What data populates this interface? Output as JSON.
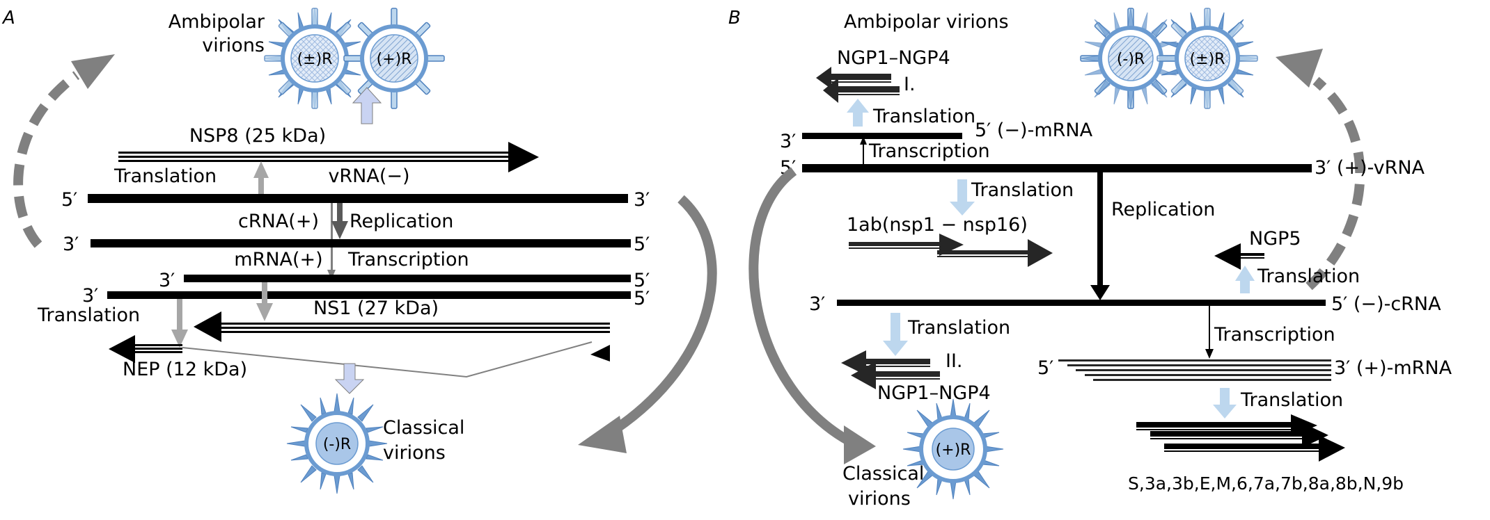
{
  "panels": {
    "A": {
      "panel_label": "A",
      "ambipolar_title_line1": "Ambipolar",
      "ambipolar_title_line2": "virions",
      "virion_pm_label": "(±)R",
      "virion_plus_label": "(+)R",
      "nsp8_label": "NSP8 (25 kDa)",
      "translation_top": "Translation",
      "vrna_label": "vRNA(−)",
      "crna_label": "cRNA(+)",
      "replication_label": "Replication",
      "mrna_label": "mRNA(+)",
      "transcription_label": "Transcription",
      "translation_bottom": "Translation",
      "ns1_label": "NS1 (27 kDa)",
      "nep_label": "NEP (12 kDa)",
      "classical_line1": "Classical",
      "classical_line2": "virions",
      "virion_minus_label": "(-)R",
      "end_5": "5′",
      "end_3": "3′"
    },
    "B": {
      "panel_label": "B",
      "ambipolar_title": "Ambipolar virions",
      "virion_minus_label": "(-)R",
      "virion_pm_label": "(±)R",
      "ngp_top_label": "NGP1–NGP4",
      "roman_one": "I.",
      "translation_1": "Translation",
      "minus_mrna_label": "5′ (−)-mRNA",
      "transcription_1": "Transcription",
      "plus_vrna_label": "3′ (+)-vRNA",
      "translation_2": "Translation",
      "replication_label": "Replication",
      "polyprotein_label": "1ab(nsp1 − nsp16)",
      "ngp5_label": "NGP5",
      "translation_3": "Translation",
      "minus_crna_label": "5′ (−)-cRNA",
      "translation_4": "Translation",
      "transcription_2": "Transcription",
      "roman_two": "II.",
      "ngp_bottom_label": "NGP1–NGP4",
      "plus_mrna_label": "3′  (+)-mRNA",
      "translation_5": "Translation",
      "classical_line1": "Classical",
      "classical_line2": "virions",
      "virion_plus_label": "(+)R",
      "proteins_label": "S,3a,3b,E,M,6,7a,7b,8a,8b,N,9b",
      "end_5": "5′",
      "end_3": "3′"
    }
  },
  "colors": {
    "strand": "#000000",
    "gray_arrow": "#808080",
    "light_gray_arrow": "#a6a6a6",
    "pale_blue_arrow": "#bdd7ee",
    "lavender_arrow": "#c9d3f2",
    "virion_fill": "#a9c6e8",
    "virion_stroke": "#4f81bd"
  }
}
